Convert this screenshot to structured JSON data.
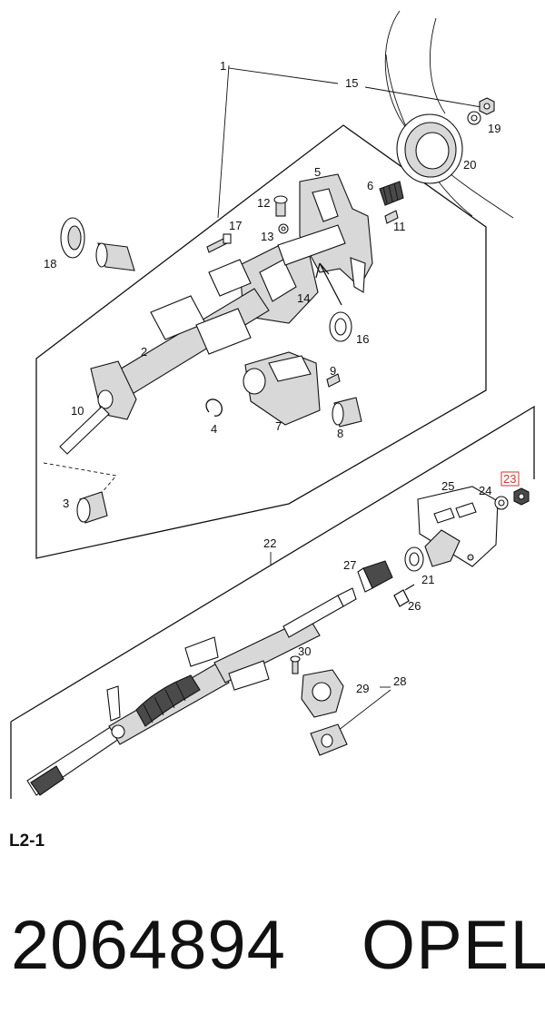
{
  "callouts": {
    "c1": "1",
    "c2": "2",
    "c3": "3",
    "c4": "4",
    "c5": "5",
    "c6": "6",
    "c7": "7",
    "c8": "8",
    "c9": "9",
    "c10": "10",
    "c11": "11",
    "c12": "12",
    "c13": "13",
    "c14": "14",
    "c15": "15",
    "c16": "16",
    "c17": "17",
    "c18": "18",
    "c19": "19",
    "c20": "20",
    "c21": "21",
    "c22": "22",
    "c23": "23",
    "c24": "24",
    "c25": "25",
    "c26": "26",
    "c27": "27",
    "c28": "28",
    "c29": "29",
    "c30": "30"
  },
  "highlight_color": "#d33333",
  "highlighted_callout": "23",
  "section_code": "L2-1",
  "part_number": "2064894",
  "brand": "OPEL"
}
